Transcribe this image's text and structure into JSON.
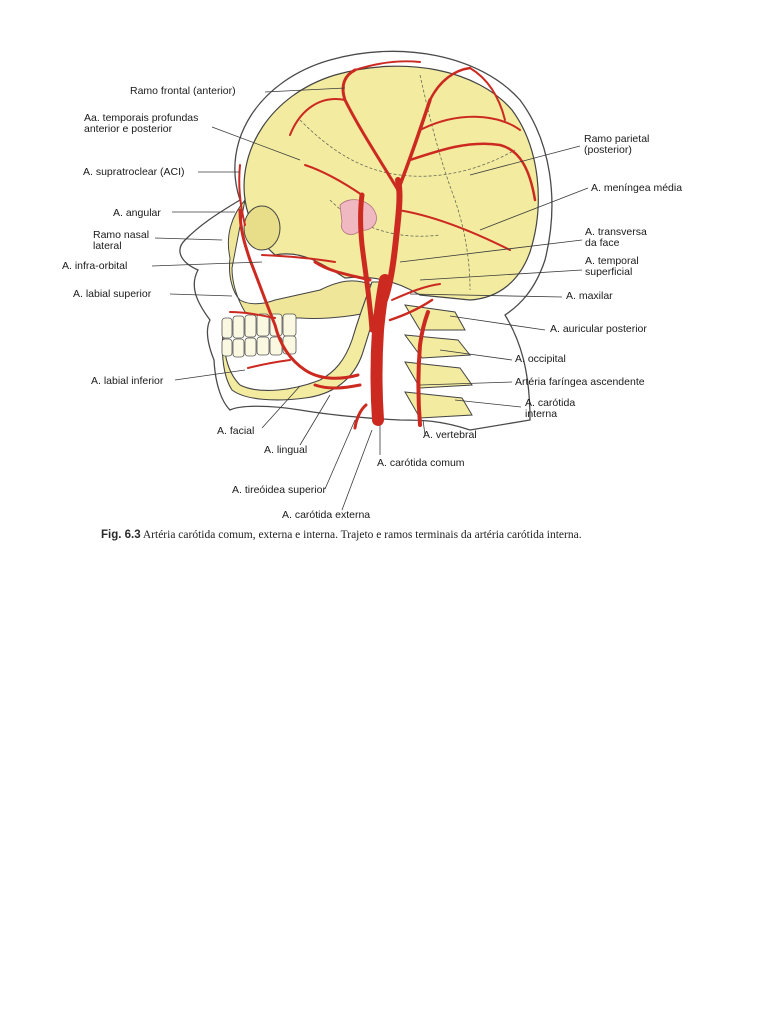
{
  "labels": {
    "ramo_frontal": "Ramo frontal (anterior)",
    "temporais_prof_1": "Aa. temporais profundas",
    "temporais_prof_2": "anterior e posterior",
    "supratroclear": "A. supratroclear (ACI)",
    "angular": "A. angular",
    "ramo_nasal_1": "Ramo nasal",
    "ramo_nasal_2": "lateral",
    "infra_orbital": "A. infra-orbital",
    "labial_superior": "A. labial superior",
    "labial_inferior": "A. labial inferior",
    "facial": "A. facial",
    "lingual": "A. lingual",
    "tireoidea_superior": "A. tireóidea superior",
    "carotida_externa": "A. carótida externa",
    "carotida_comum": "A. carótida comum",
    "vertebral": "A. vertebral",
    "carotida_interna_1": "A. carótida",
    "carotida_interna_2": "interna",
    "faringea": "Artéria faríngea ascendente",
    "occipital": "A. occipital",
    "auricular_posterior": "A. auricular posterior",
    "maxilar": "A. maxilar",
    "temporal_sup_1": "A. temporal",
    "temporal_sup_2": "superficial",
    "transversa_1": "A. transversa",
    "transversa_2": "da face",
    "meningea": "A. meníngea média",
    "ramo_parietal_1": "Ramo parietal",
    "ramo_parietal_2": "(posterior)"
  },
  "caption": {
    "number": "Fig. 6.3",
    "text": " Artéria carótida comum, externa e interna. Trajeto e ramos terminais da artéria carótida interna."
  },
  "colors": {
    "skull": "#f2eba0",
    "artery": "#cc2a20",
    "outline": "#3a3a3a"
  }
}
